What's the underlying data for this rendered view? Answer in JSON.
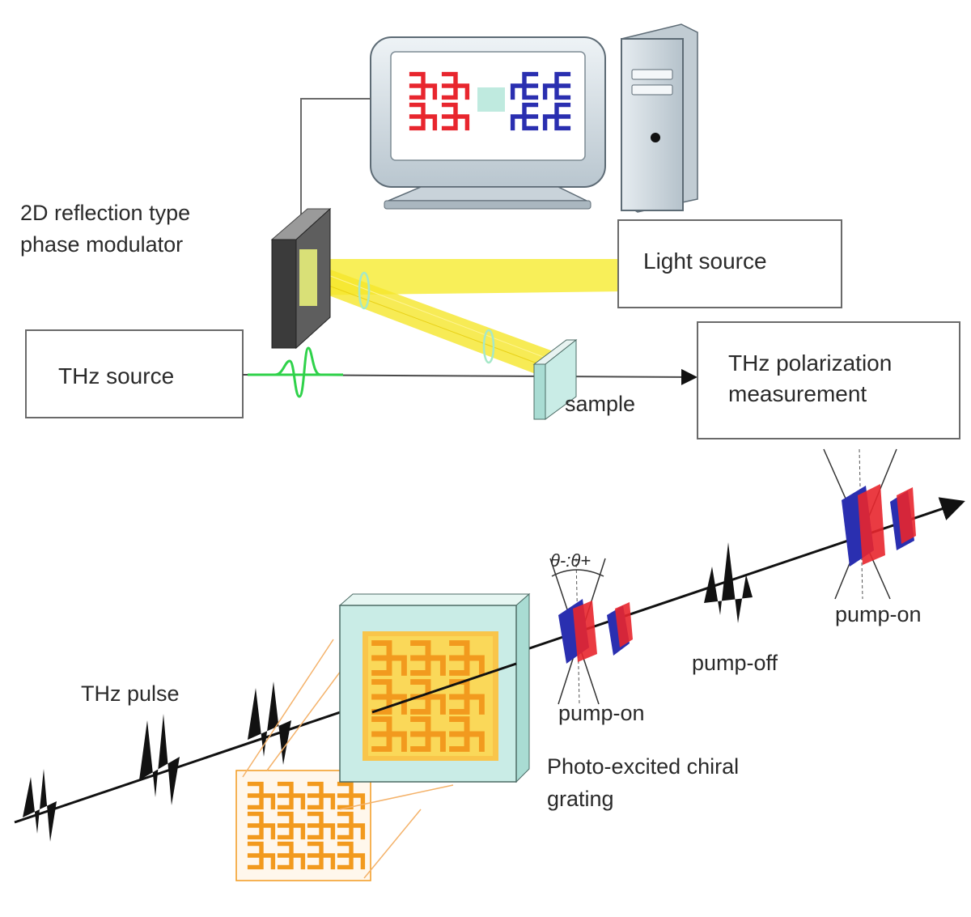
{
  "labels": {
    "modulator_line1": "2D reflection type",
    "modulator_line2": "phase modulator",
    "light_source": "Light source",
    "thz_source": "THz source",
    "sample": "sample",
    "polarization_line1": "THz polarization",
    "polarization_line2": "measurement",
    "thz_pulse": "THz pulse",
    "pump_on_1": "pump-on",
    "pump_off": "pump-off",
    "pump_on_2": "pump-on",
    "angle_label": "θ-:θ+",
    "grating_line1": "Photo-excited chiral",
    "grating_line2": "grating"
  },
  "colors": {
    "beam_yellow": "#f7ec3c",
    "grating_orange": "#f29a1e",
    "chiral_red": "#e8262e",
    "chiral_blue": "#2a2fb0",
    "thz_green": "#2fd24a",
    "panel_cyan": "#c9ece6"
  },
  "icons": [
    "computer-monitor-icon",
    "computer-tower-icon",
    "chiral-pattern-icon"
  ]
}
